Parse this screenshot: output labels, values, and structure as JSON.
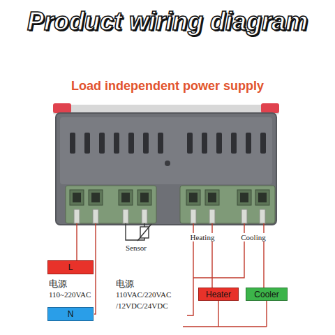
{
  "diagram": {
    "title": "Product wiring diagram",
    "nodes": [
      {
        "text": [
          "L"
        ]
      },
      {
        "text": [
          "N"
        ]
      },
      {
        "text": [
          "Heater"
        ]
      },
      {
        "text": [
          "Cooler"
        ]
      }
    ],
    "labels": [
      "Load independent power supply",
      "Sensor",
      "Heating",
      "Cooling",
      "电源",
      "110~220VAC",
      "电源",
      "110VAC/220VAC",
      "/12VDC/24VDC"
    ]
  }
}
